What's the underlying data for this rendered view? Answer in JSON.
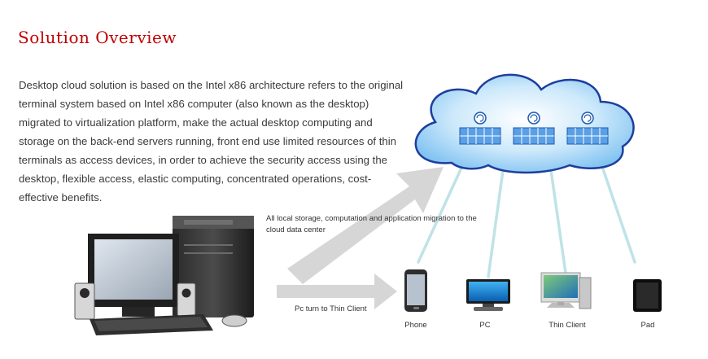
{
  "title": "Solution Overview",
  "description": "Desktop cloud solution is based on the Intel x86 architecture refers to the original terminal system based on Intel x86 computer (also known as the desktop) migrated to virtualization platform, make the actual desktop computing and storage on the back-end servers running, front end use limited resources of thin terminals as access devices, in order to achieve the security access using the desktop, flexible access, elastic computing, concentrated operations, cost-effective benefits.",
  "arrows": {
    "migration_label": "All local storage, computation and application migration to the cloud data center",
    "thin_client_label": "Pc turn to Thin Client"
  },
  "devices": [
    {
      "label": "Phone",
      "icon": "phone-icon"
    },
    {
      "label": "PC",
      "icon": "monitor-icon"
    },
    {
      "label": "Thin Client",
      "icon": "thin-client-icon"
    },
    {
      "label": "Pad",
      "icon": "tablet-icon"
    }
  ],
  "colors": {
    "title": "#c00000",
    "cloud_fill": "#9fd3f7",
    "cloud_stroke": "#1d3e9e",
    "arrow": "#d6d6d6",
    "link_line": "#bfe3e6"
  }
}
